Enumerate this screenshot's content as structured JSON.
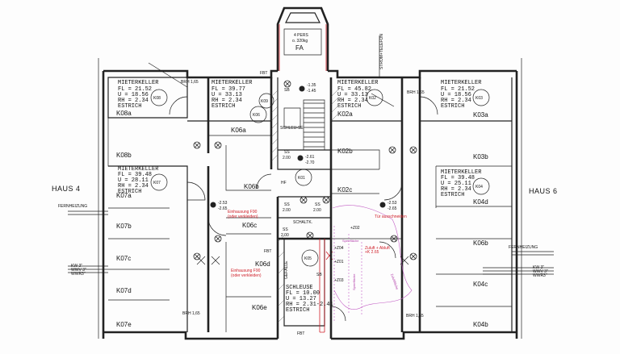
{
  "plan": {
    "haus_left": "HAUS 4",
    "haus_right": "HAUS 6",
    "fernheizung_left": "FERNHEIZUNG",
    "fernheizung_right": "FERNHEIZUNG",
    "pipes_left": [
      "KW 3\"",
      "WWV 3\"",
      "WWR3\""
    ],
    "pipes_right": [
      "KW 3\"",
      "WWV 3\"",
      "WWR3\""
    ],
    "strom_telefon": "STROM+TELEFON",
    "tower": {
      "line1": "4 PERS",
      "line2": "o. 320kg",
      "line3": "FA"
    },
    "fbt_top": "FBT",
    "fbt_mid": "FBT",
    "fbt_bottom": "FBT",
    "sb_top": "SB",
    "sb_mid": "SB",
    "brh_top_left": "BRH 1,65",
    "brh_top_right": "BRH 1,65",
    "brh_bottom_left": "BRH 1,65",
    "brh_bottom_right": "BRH 1,65",
    "schleuse_top": "SCHLEU-SE",
    "hf": "HF",
    "schaltk": "SCHALTK.",
    "gefaelle": "GEFÄLLE",
    "ss_top": "SS",
    "ss_top_val": "2.00",
    "ss_mid_left": "SS",
    "ss_mid_left_val": "2.00",
    "ss_mid_right": "SS",
    "ss_mid_right_val": "2.00",
    "ss_k05": "SS",
    "ss_k05_val": "2.00",
    "z01": "+Z01",
    "z02": "+Z02",
    "z03": "+Z03",
    "z04": "+Z04",
    "levels": {
      "top": [
        "-1.35",
        "-1.45"
      ],
      "mid": [
        "-2.61",
        "-2.70"
      ],
      "left": [
        "-2.53",
        "-2.65"
      ],
      "right": [
        "-2.53",
        "-2.65"
      ]
    },
    "notes_red": {
      "left": [
        "Einhausung F90",
        "(oder verkleiden)"
      ],
      "k06d": [
        "Einhausung F90",
        "(oder verkleiden)"
      ],
      "right": "Tür ausschneiden",
      "center": [
        "Zuluft + Abluft",
        "+K 2.65"
      ]
    },
    "notes_pink": {
      "a": "Sperrfläche",
      "b": "Sperrfläche",
      "c": "Zuluftfläche"
    },
    "rooms": {
      "k08": {
        "title": "MIETERKELLER",
        "fl": "FL = 21.52",
        "u": "U = 18.56",
        "rh": "RH = 2.34",
        "use": "ESTRICH",
        "badge": "K08"
      },
      "k06": {
        "title": "MIETERKELLER",
        "fl": "FL = 39.77",
        "u": "U = 33.13",
        "rh": "RH = 2.34",
        "use": "ESTRICH",
        "badge": "K06"
      },
      "k02": {
        "title": "MIETERKELLER",
        "fl": "FL = 45.82",
        "u": "U = 33.13",
        "rh": "RH = 2.34",
        "use": "ESTRICH",
        "badge": "K02"
      },
      "k03": {
        "title": "MIETERKELLER",
        "fl": "FL = 21.52",
        "u": "U = 18.56",
        "rh": "RH = 2.34",
        "use": "ESTRICH",
        "badge": "K03"
      },
      "k07": {
        "title": "MIETERKELLER",
        "fl": "FL = 39.48",
        "u": "U = 28.11",
        "rh": "RH = 2.34",
        "use": "ESTRICH",
        "badge": "K07"
      },
      "k04": {
        "title": "MIETERKELLER",
        "fl": "FL = 39.48",
        "u": "U = 25.11",
        "rh": "RH = 2.34",
        "use": "ESTRICH",
        "badge": "K04"
      },
      "k05": {
        "title": "SCHLEUSE",
        "fl": "FL = 10.00",
        "u": "U = 13.27",
        "rh": "RH = 2.31-2.41",
        "use": "ESTRICH",
        "badge": "K05"
      },
      "k01": {
        "badge": "K01"
      },
      "k09": {
        "badge": "K09"
      }
    },
    "subrooms": {
      "k08a": "K08a",
      "k08b": "K08b",
      "k07a": "K07a",
      "k07b": "K07b",
      "k07c": "K07c",
      "k07d": "K07d",
      "k07e": "K07e",
      "k06a": "K06a",
      "k06b": "K06b",
      "k06c": "K06c",
      "k06d": "K06d",
      "k06e": "K06e",
      "k02a": "K02a",
      "k02b": "K02b",
      "k02c": "K02c",
      "k03a": "K03a",
      "k03b": "K03b",
      "k04d": "K04d",
      "k04c": "K04c",
      "k04b": "K04b",
      "k06b_right": "K06b"
    }
  }
}
